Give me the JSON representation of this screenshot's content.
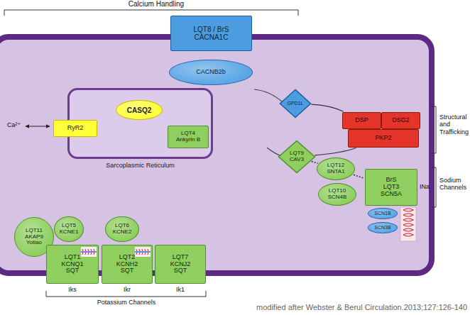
{
  "diagram": {
    "caption": "modified after Webster & Berul Circulation.2013;127:126-140",
    "nodes": [
      {
        "text": [
          "LQT8 / BrS",
          "CACNA1C"
        ]
      },
      {
        "text": [
          "CACNB2b"
        ]
      },
      {
        "text": [
          "Sarcoplasmic Reticulum"
        ]
      },
      {
        "text": [
          "RyR2"
        ],
        "in": 2
      },
      {
        "text": [
          "CASQ2"
        ],
        "in": 2
      },
      {
        "text": [
          "LQT4",
          "Ankyrin B"
        ],
        "in": 2
      },
      {
        "text": [
          "GPD1L"
        ]
      },
      {
        "text": [
          "DSP"
        ]
      },
      {
        "text": [
          "DSG2"
        ]
      },
      {
        "text": [
          "PKP2"
        ]
      },
      {
        "text": [
          "LQT9",
          "CAV3"
        ]
      },
      {
        "text": [
          "LQT12",
          "SNTA1"
        ]
      },
      {
        "text": [
          "BrS",
          "LQT3",
          "SCN5A"
        ]
      },
      {
        "text": [
          "LQT10",
          "SCN4B"
        ]
      },
      {
        "text": [
          "SCN1B"
        ]
      },
      {
        "text": [
          "SCN3B"
        ]
      },
      {
        "text": [
          "LQT11",
          "AKAP9",
          "Yotiao"
        ]
      },
      {
        "text": [
          "LQT5",
          "KCNE1"
        ]
      },
      {
        "text": [
          "LQT6",
          "KCNE2"
        ]
      },
      {
        "text": [
          "LQT1",
          "KCNQ1",
          "SQT"
        ]
      },
      {
        "text": [
          "LQT2",
          "KCNH2",
          "SQT"
        ]
      },
      {
        "text": [
          "LQT7",
          "KCNJ2",
          "SQT"
        ]
      }
    ],
    "edges": [
      {
        "from": 3,
        "to": 4,
        "arrow": "both"
      },
      {
        "from": 6,
        "to": 7,
        "arrow": "none"
      },
      {
        "from": 10,
        "to": 9,
        "arrow": "none"
      },
      {
        "from": 10,
        "to": 11,
        "arrow": "none"
      },
      {
        "from": 11,
        "to": 12,
        "arrow": "none"
      }
    ],
    "labels": [
      "Calcium Handling",
      "Ca²⁺",
      "Structural and Trafficking",
      "Sodium Channels",
      "INa",
      "Iks",
      "Ikr",
      "Ik1",
      "Potassium Channels"
    ]
  }
}
